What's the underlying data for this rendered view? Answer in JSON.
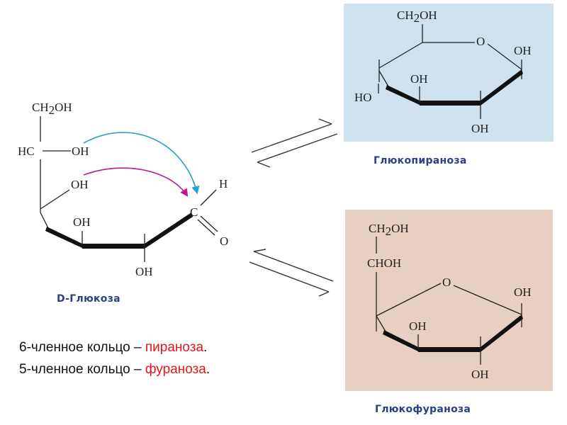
{
  "captions": {
    "glucose": "D-Глюкоза",
    "pyranose": "Глюкопираноза",
    "furanose": "Глюкофураноза"
  },
  "glucose": {
    "ch2oh": "CH",
    "ch2oh_sub": "2",
    "ch2oh_tail": "OH",
    "hc": "HC",
    "oh_side": "OH",
    "oh_attack": "OH",
    "h": "H",
    "c": "C",
    "o": "O",
    "oh_ring_top": "OH",
    "oh_ring_bottom": "OH"
  },
  "pyranose": {
    "ch2oh": "CH",
    "ch2oh_sub": "2",
    "ch2oh_tail": "OH",
    "o": "O",
    "oh_right": "OH",
    "oh_mid": "OH",
    "ho_left": "HO",
    "oh_bottom": "OH"
  },
  "furanose": {
    "ch2oh": "CH",
    "ch2oh_sub": "2",
    "ch2oh_tail": "OH",
    "choh": "CHOH",
    "o": "O",
    "oh_right": "OH",
    "oh_left": "OH",
    "oh_bottom": "OH"
  },
  "notes": {
    "six_prefix": "6-членное кольцо – ",
    "six_highlight": "пираноза",
    "six_suffix": ".",
    "five_prefix": "5-членное кольцо – ",
    "five_highlight": "фураноза",
    "five_suffix": "."
  },
  "colors": {
    "pyranose_panel": "#cfe1ec",
    "furanose_panel": "#e8cfc3",
    "caption_text": "#2b3f86",
    "highlight_text": "#e8141a",
    "arrow_cyan": "#2a9fd0",
    "arrow_magenta": "#c2178a"
  }
}
